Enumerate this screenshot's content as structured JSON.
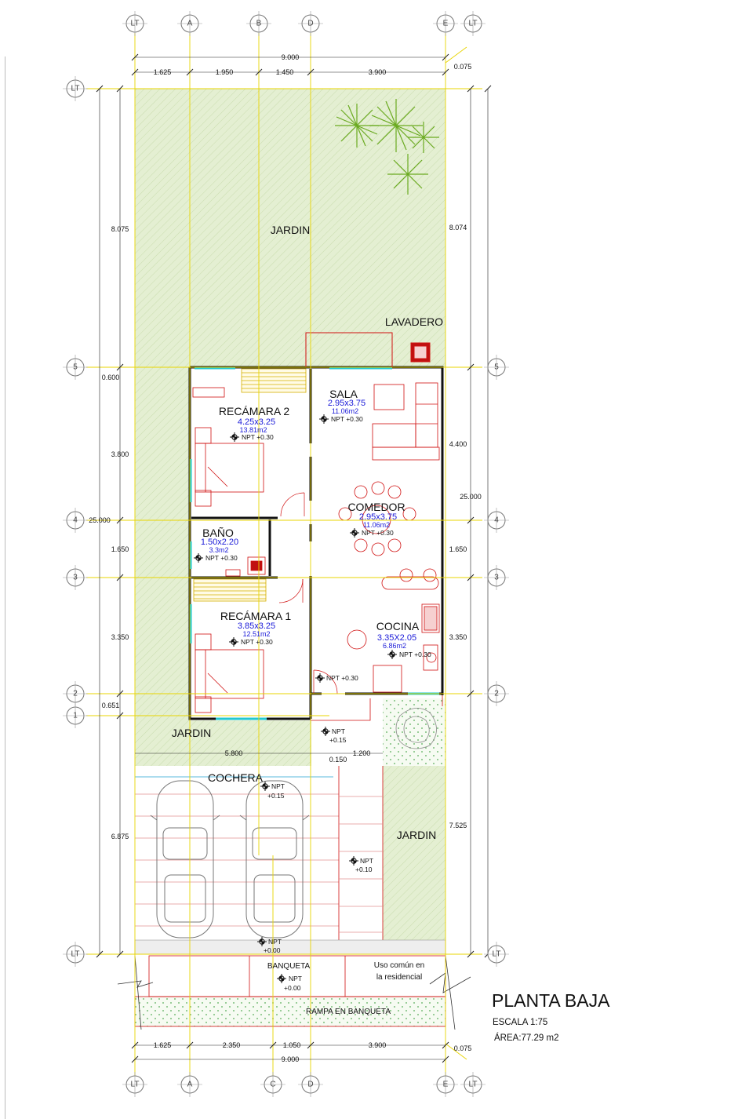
{
  "title_block": {
    "title": "PLANTA BAJA",
    "scale": "ESCALA 1:75",
    "area": "ÁREA:77.29 m2"
  },
  "axes": {
    "top_columns": [
      "LT",
      "A",
      "B",
      "D",
      "E",
      "LT"
    ],
    "bottom_columns": [
      "LT",
      "A",
      "C",
      "D",
      "E",
      "LT"
    ],
    "rows_left": [
      "LT",
      "5",
      "4",
      "3",
      "2",
      "1",
      "LT"
    ],
    "rows_right": [
      "LT",
      "5",
      "4",
      "3",
      "2",
      "LT"
    ]
  },
  "dimensions": {
    "top_total": "9.000",
    "top": [
      "1.625",
      "1.950",
      "1.450",
      "3.900"
    ],
    "top_offset": "0.075",
    "bottom_total": "9.000",
    "bottom": [
      "1.625",
      "2.350",
      "1.050",
      "3.900"
    ],
    "bottom_offset": "0.075",
    "left": [
      "8.075",
      "0.600",
      "3.800",
      "1.650",
      "3.350",
      "0.651",
      "6.875"
    ],
    "left_total": "25.000",
    "right": [
      "8.074",
      "4.400",
      "1.650",
      "3.350",
      "7.525"
    ],
    "right_total": "25.000",
    "mid": [
      "5.800",
      "1.200",
      "0.150"
    ]
  },
  "rooms": {
    "jardin_back": "JARDIN",
    "lavadero": "LAVADERO",
    "sala": {
      "name": "SALA",
      "size": "2.95x3.75",
      "area": "11.06m2",
      "npt": "NPT +0.30"
    },
    "recamara2": {
      "name": "RECÁMARA 2",
      "size": "4.25x3.25",
      "area": "13.81m2",
      "npt": "NPT +0.30"
    },
    "comedor": {
      "name": "COMEDOR",
      "size": "2.95x3.75",
      "area": "11.06m2",
      "npt": "NPT +0.30"
    },
    "bano": {
      "name": "BAÑO",
      "size": "1.50x2.20",
      "area": "3.3m2",
      "npt": "NPT +0.30"
    },
    "recamara1": {
      "name": "RECÁMARA 1",
      "size": "3.85x3.25",
      "area": "12.51m2",
      "npt": "NPT +0.30"
    },
    "cocina": {
      "name": "COCINA",
      "size": "3.35X2.05",
      "area": "6.86m2",
      "npt": "NPT +0.30"
    },
    "hall_npt": "NPT +0.30",
    "jardin_front_left": "JARDIN",
    "entry_npt": {
      "a": "NPT",
      "b": "+0.15"
    },
    "cochera": "COCHERA",
    "cochera_npt": {
      "a": "NPT",
      "b": "+0.15"
    },
    "jardin_front_right": "JARDIN",
    "walk_npt": {
      "a": "NPT",
      "b": "+0.10"
    },
    "edge_npt": {
      "a": "NPT",
      "b": "+0.00"
    },
    "banqueta": "BANQUETA",
    "banqueta_npt": {
      "a": "NPT",
      "b": "+0.00"
    },
    "uso_comun": {
      "a": "Uso común en",
      "b": "la residencial"
    },
    "rampa": "RAMPA EN BANQUETA"
  },
  "colors": {
    "axis": "#e8d400",
    "garden": "#dfeccb",
    "wall": "#111111",
    "furniture": "#d01010",
    "window": "#22c8d0",
    "stair": "#d4b000",
    "tree": "#6aaa20",
    "label_blue": "#1a1ad8"
  }
}
